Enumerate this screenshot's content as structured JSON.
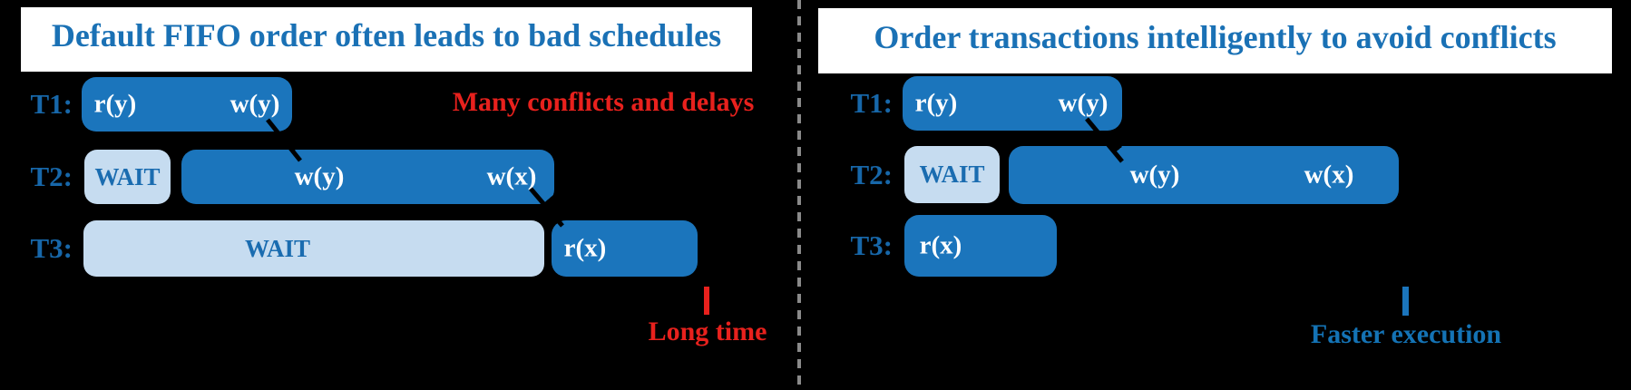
{
  "colors": {
    "background": "#000000",
    "header_background": "#ffffff",
    "title_blue": "#1a71b5",
    "label_blue": "#1767a9",
    "bar_blue": "#1b75bc",
    "wait_light_blue": "#c6dcf0",
    "wait_text_blue": "#1a6cb0",
    "annotation_red": "#e8211d",
    "divider_gray": "#8a8a8a",
    "arrow_black": "#000000"
  },
  "left_panel": {
    "title": "Default FIFO order often leads to bad schedules",
    "annotation": "Many conflicts and delays",
    "time_marker_label": "Long time",
    "rows": [
      {
        "label": "T1:",
        "ops": [
          "r(y)",
          "w(y)"
        ]
      },
      {
        "label": "T2:",
        "wait_label": "WAIT",
        "ops": [
          "w(y)",
          "w(x)"
        ]
      },
      {
        "label": "T3:",
        "wait_label": "WAIT",
        "ops": [
          "r(x)"
        ]
      }
    ]
  },
  "right_panel": {
    "title": "Order transactions intelligently to avoid conflicts",
    "time_marker_label": "Faster execution",
    "rows": [
      {
        "label": "T1:",
        "ops": [
          "r(y)",
          "w(y)"
        ]
      },
      {
        "label": "T2:",
        "wait_label": "WAIT",
        "ops": [
          "w(y)",
          "w(x)"
        ]
      },
      {
        "label": "T3:",
        "ops": [
          "r(x)"
        ]
      }
    ]
  }
}
